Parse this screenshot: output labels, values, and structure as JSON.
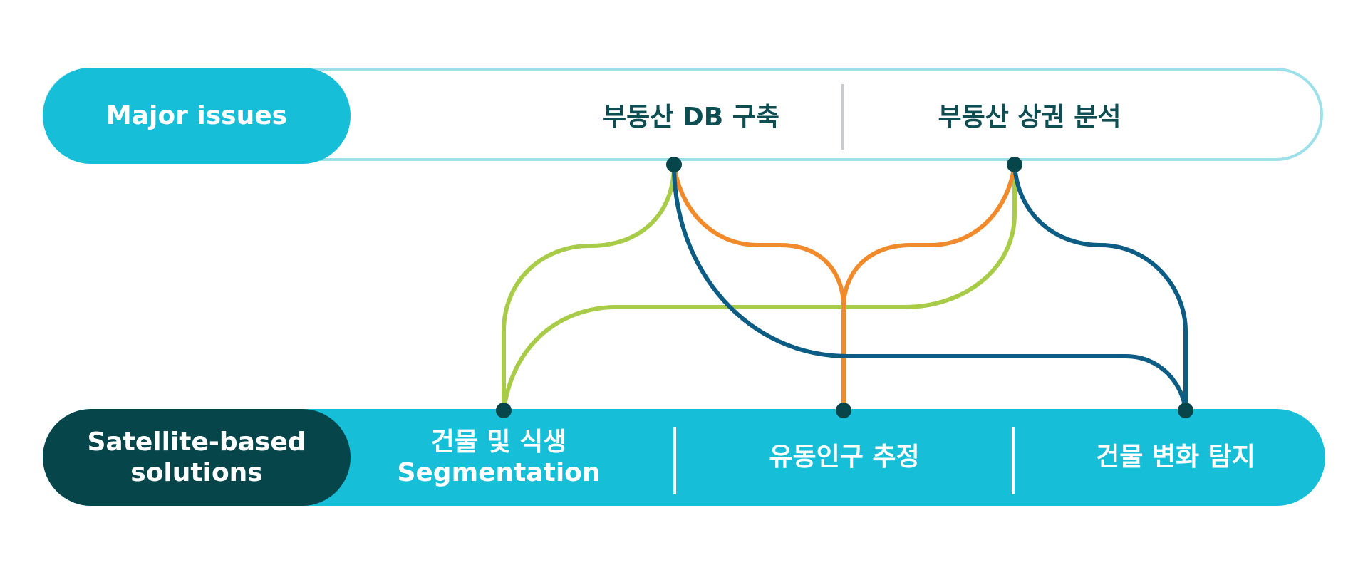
{
  "colors": {
    "accent_cyan": "#16bed8",
    "outline_cyan": "#9ee0ea",
    "dark_teal": "#06464a",
    "green_line": "#a8cc48",
    "orange_line": "#f08a2a",
    "blue_line": "#0c5c84"
  },
  "issues": {
    "label": "Major issues",
    "items": [
      {
        "label": "부동산 DB 구축"
      },
      {
        "label": "부동산 상권 분석"
      }
    ]
  },
  "solutions": {
    "label_line1": "Satellite-based",
    "label_line2": "solutions",
    "items": [
      {
        "line1": "건물 및 식생",
        "line2": "Segmentation"
      },
      {
        "line1": "유동인구 추정",
        "line2": ""
      },
      {
        "line1": "건물 변화 탐지",
        "line2": ""
      }
    ]
  },
  "connections": [
    {
      "from": "부동산 DB 구축",
      "to": "건물 및 식생 Segmentation",
      "color": "#a8cc48"
    },
    {
      "from": "부동산 DB 구축",
      "to": "유동인구 추정",
      "color": "#f08a2a"
    },
    {
      "from": "부동산 DB 구축",
      "to": "건물 변화 탐지",
      "color": "#0c5c84"
    },
    {
      "from": "부동산 상권 분석",
      "to": "건물 및 식생 Segmentation",
      "color": "#a8cc48"
    },
    {
      "from": "부동산 상권 분석",
      "to": "유동인구 추정",
      "color": "#f08a2a"
    },
    {
      "from": "부동산 상권 분석",
      "to": "건물 변화 탐지",
      "color": "#0c5c84"
    }
  ]
}
